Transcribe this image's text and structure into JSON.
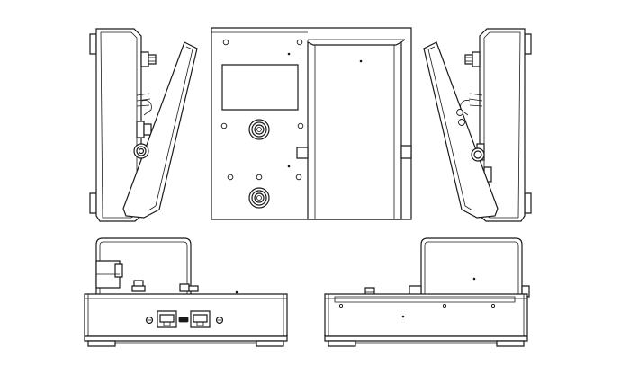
{
  "drawing": {
    "kind": "multi-view technical line drawing",
    "stroke_color": "#1a1a1a",
    "background_color": "#ffffff",
    "views": [
      {
        "id": "left-side-view"
      },
      {
        "id": "top-view"
      },
      {
        "id": "right-side-view"
      },
      {
        "id": "front-view"
      },
      {
        "id": "rear-view"
      }
    ],
    "icons": [
      "jack-icon",
      "ethernet-port-icon",
      "usb-port-icon",
      "screw-icon"
    ]
  }
}
